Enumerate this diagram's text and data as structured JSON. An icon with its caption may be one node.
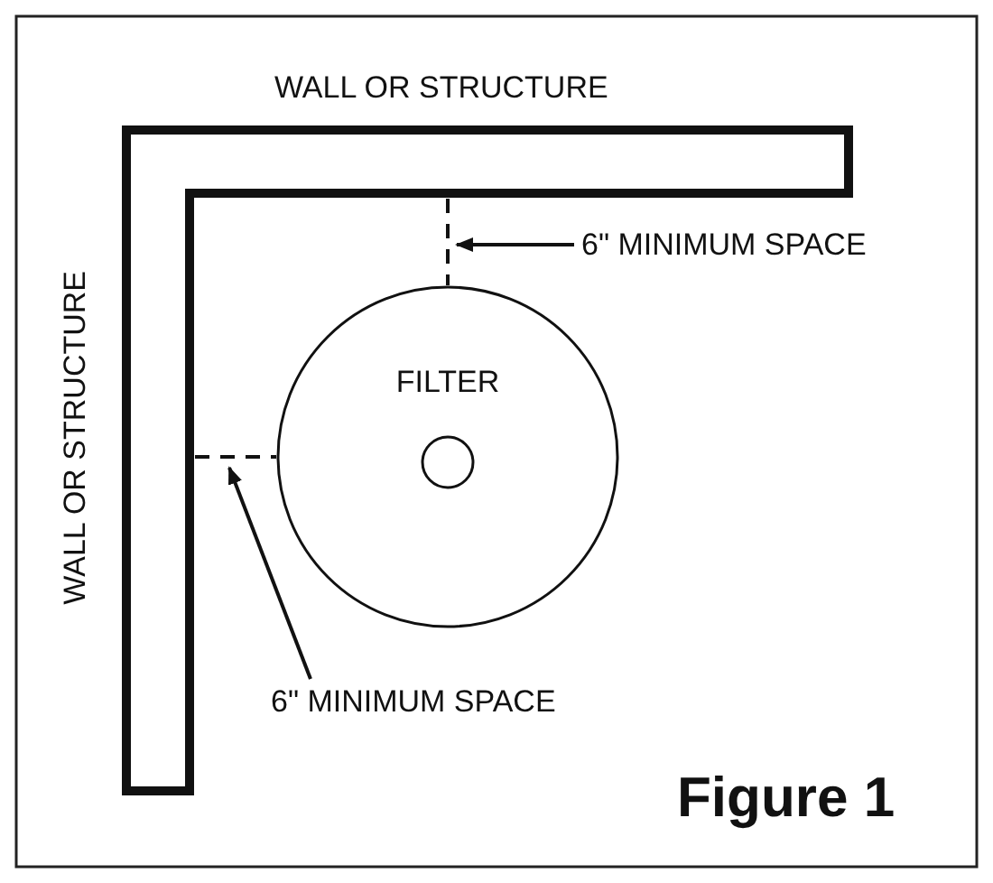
{
  "diagram": {
    "caption": "Figure 1",
    "nodes": [
      {
        "text": [
          "6\" MINIMUM SPACE"
        ]
      },
      {
        "text": [
          "6\" MINIMUM SPACE"
        ]
      },
      {
        "text": [
          "FILTER"
        ]
      },
      {
        "text": [],
        "shape": "line"
      },
      {
        "text": [],
        "shape": "line"
      }
    ],
    "edges": [
      {
        "from": 0,
        "to": 3,
        "arrow": "to"
      },
      {
        "from": 1,
        "to": 4,
        "arrow": "to"
      }
    ],
    "labels": [
      "WALL OR STRUCTURE",
      "WALL OR STRUCTURE"
    ]
  }
}
